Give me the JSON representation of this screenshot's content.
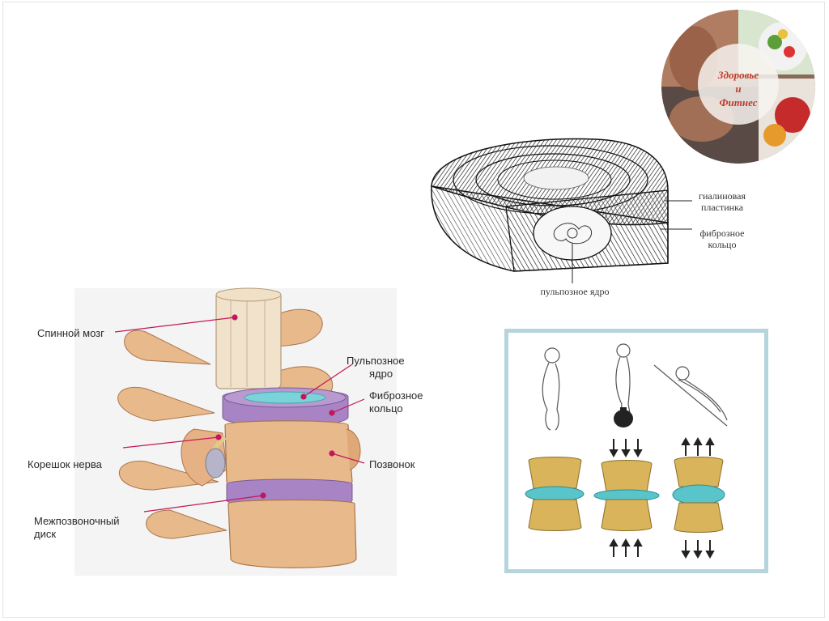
{
  "logo": {
    "line1": "Здоровье",
    "line2": "и",
    "line3": "Фитнес",
    "accent_color": "#c0392b"
  },
  "disc_section": {
    "labels": {
      "hyaline_plate_line1": "гиалиновая",
      "hyaline_plate_line2": "пластинка",
      "fibrous_ring_line1": "фиброзное",
      "fibrous_ring_line2": "кольцо",
      "nucleus": "пульпозное ядро"
    }
  },
  "spine_section": {
    "labels": {
      "spinal_cord": "Спинной мозг",
      "nucleus_line1": "Пульпозное",
      "nucleus_line2": "ядро",
      "fibrous_line1": "Фиброзное",
      "fibrous_line2": "кольцо",
      "nerve_root": "Корешок нерва",
      "vertebra": "Позвонок",
      "disc_line1": "Межпозвоночный",
      "disc_line2": "диск"
    },
    "colors": {
      "bone": "#e8b98a",
      "disc": "#a884c4",
      "nucleus": "#7ad3d8",
      "pointer": "#c2185b"
    }
  },
  "load_section": {
    "border_color": "#b6d4dc",
    "poses": [
      "standing",
      "lifting-weight",
      "lying"
    ],
    "arrows": [
      "neutral",
      "compress",
      "decompress"
    ]
  }
}
